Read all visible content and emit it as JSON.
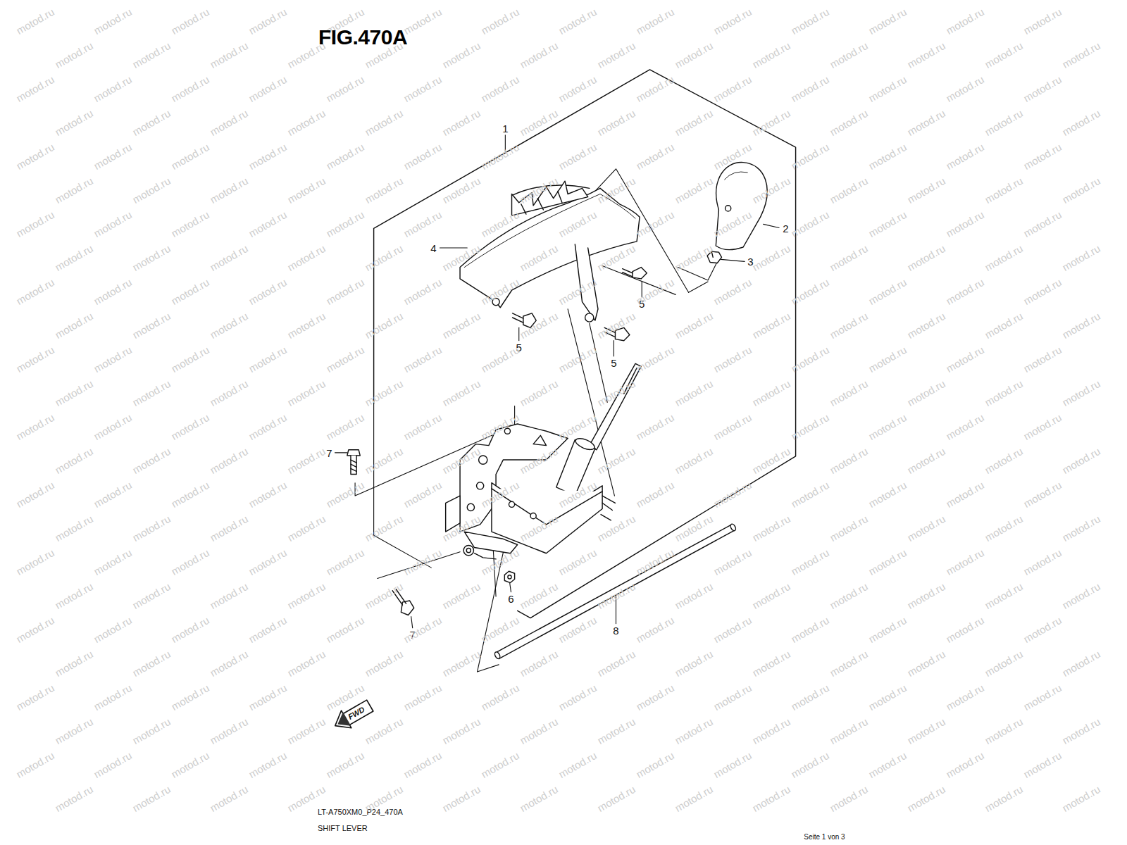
{
  "diagram": {
    "title": "FIG.470A",
    "labels": [
      "1",
      "2",
      "3",
      "4",
      "5",
      "5",
      "5",
      "6",
      "7",
      "7",
      "8",
      "FWD",
      "LT-A750XM0_P24_470A",
      "SHIFT LEVER",
      "Seite 1 von 3",
      "motod.ru",
      "motod.ru",
      "motod.ru",
      "motod.ru",
      "motod.ru",
      "motod.ru",
      "motod.ru",
      "motod.ru",
      "motod.ru",
      "motod.ru",
      "motod.ru",
      "motod.ru",
      "motod.ru",
      "motod.ru",
      "motod.ru",
      "motod.ru",
      "motod.ru",
      "motod.ru",
      "motod.ru",
      "motod.ru",
      "motod.ru",
      "motod.ru",
      "motod.ru",
      "motod.ru",
      "motod.ru",
      "motod.ru",
      "motod.ru",
      "motod.ru",
      "motod.ru",
      "motod.ru",
      "motod.ru",
      "motod.ru",
      "motod.ru",
      "motod.ru",
      "motod.ru",
      "motod.ru",
      "motod.ru",
      "motod.ru",
      "motod.ru",
      "motod.ru",
      "motod.ru",
      "motod.ru",
      "motod.ru",
      "motod.ru",
      "motod.ru",
      "motod.ru",
      "motod.ru",
      "motod.ru",
      "motod.ru",
      "motod.ru",
      "motod.ru",
      "motod.ru",
      "motod.ru",
      "motod.ru",
      "motod.ru",
      "motod.ru",
      "motod.ru",
      "motod.ru",
      "motod.ru",
      "motod.ru",
      "motod.ru",
      "motod.ru",
      "motod.ru",
      "motod.ru",
      "motod.ru",
      "motod.ru",
      "motod.ru",
      "motod.ru",
      "motod.ru",
      "motod.ru",
      "motod.ru",
      "motod.ru",
      "motod.ru",
      "motod.ru",
      "motod.ru",
      "motod.ru",
      "motod.ru",
      "motod.ru",
      "motod.ru",
      "motod.ru",
      "motod.ru",
      "motod.ru",
      "motod.ru",
      "motod.ru",
      "motod.ru",
      "motod.ru",
      "motod.ru",
      "motod.ru",
      "motod.ru",
      "motod.ru",
      "motod.ru",
      "motod.ru",
      "motod.ru",
      "motod.ru",
      "motod.ru",
      "motod.ru",
      "motod.ru",
      "motod.ru",
      "motod.ru",
      "motod.ru",
      "motod.ru",
      "motod.ru",
      "motod.ru",
      "motod.ru",
      "motod.ru",
      "motod.ru",
      "motod.ru",
      "motod.ru",
      "motod.ru",
      "motod.ru",
      "motod.ru",
      "motod.ru",
      "motod.ru",
      "motod.ru",
      "motod.ru",
      "motod.ru",
      "motod.ru",
      "motod.ru",
      "motod.ru",
      "motod.ru",
      "motod.ru",
      "motod.ru",
      "motod.ru",
      "motod.ru",
      "motod.ru",
      "motod.ru",
      "motod.ru",
      "motod.ru",
      "motod.ru",
      "motod.ru",
      "motod.ru",
      "motod.ru",
      "motod.ru",
      "motod.ru",
      "motod.ru",
      "motod.ru",
      "motod.ru",
      "motod.ru",
      "motod.ru",
      "motod.ru",
      "motod.ru",
      "motod.ru",
      "motod.ru",
      "motod.ru",
      "motod.ru",
      "motod.ru",
      "motod.ru",
      "motod.ru",
      "motod.ru",
      "motod.ru",
      "motod.ru",
      "motod.ru",
      "motod.ru",
      "motod.ru",
      "motod.ru",
      "motod.ru",
      "motod.ru",
      "motod.ru",
      "motod.ru",
      "motod.ru",
      "motod.ru",
      "motod.ru",
      "motod.ru",
      "motod.ru",
      "motod.ru",
      "motod.ru",
      "motod.ru",
      "motod.ru",
      "motod.ru",
      "motod.ru",
      "motod.ru",
      "motod.ru",
      "motod.ru",
      "motod.ru",
      "motod.ru",
      "motod.ru",
      "motod.ru",
      "motod.ru",
      "motod.ru",
      "motod.ru",
      "motod.ru",
      "motod.ru",
      "motod.ru",
      "motod.ru",
      "motod.ru",
      "motod.ru",
      "motod.ru",
      "motod.ru",
      "motod.ru",
      "motod.ru",
      "motod.ru",
      "motod.ru",
      "motod.ru",
      "motod.ru",
      "motod.ru",
      "motod.ru",
      "motod.ru",
      "motod.ru",
      "motod.ru",
      "motod.ru",
      "motod.ru",
      "motod.ru",
      "motod.ru",
      "motod.ru",
      "motod.ru",
      "motod.ru",
      "motod.ru",
      "motod.ru",
      "motod.ru",
      "motod.ru",
      "motod.ru",
      "motod.ru",
      "motod.ru",
      "motod.ru",
      "motod.ru",
      "motod.ru",
      "motod.ru",
      "motod.ru",
      "motod.ru",
      "motod.ru",
      "motod.ru",
      "motod.ru",
      "motod.ru",
      "motod.ru",
      "motod.ru",
      "motod.ru",
      "motod.ru",
      "motod.ru",
      "motod.ru",
      "motod.ru",
      "motod.ru",
      "motod.ru",
      "motod.ru",
      "motod.ru",
      "motod.ru",
      "motod.ru",
      "motod.ru",
      "motod.ru",
      "motod.ru",
      "motod.ru",
      "motod.ru",
      "motod.ru",
      "motod.ru",
      "motod.ru",
      "motod.ru",
      "motod.ru",
      "motod.ru",
      "motod.ru",
      "motod.ru",
      "motod.ru",
      "motod.ru",
      "motod.ru",
      "motod.ru",
      "motod.ru",
      "motod.ru",
      "motod.ru",
      "motod.ru",
      "motod.ru",
      "motod.ru",
      "motod.ru",
      "motod.ru",
      "motod.ru",
      "motod.ru",
      "motod.ru",
      "motod.ru",
      "motod.ru",
      "motod.ru",
      "motod.ru",
      "motod.ru",
      "motod.ru",
      "motod.ru",
      "motod.ru",
      "motod.ru",
      "motod.ru",
      "motod.ru",
      "motod.ru",
      "motod.ru",
      "motod.ru",
      "motod.ru",
      "motod.ru",
      "motod.ru",
      "motod.ru",
      "motod.ru",
      "motod.ru",
      "motod.ru",
      "motod.ru",
      "motod.ru",
      "motod.ru",
      "motod.ru",
      "motod.ru",
      "motod.ru",
      "motod.ru",
      "motod.ru",
      "motod.ru",
      "motod.ru",
      "motod.ru",
      "motod.ru",
      "motod.ru",
      "motod.ru",
      "motod.ru",
      "motod.ru",
      "motod.ru",
      "motod.ru",
      "motod.ru",
      "motod.ru",
      "motod.ru",
      "motod.ru",
      "motod.ru",
      "motod.ru",
      "motod.ru",
      "motod.ru",
      "motod.ru",
      "motod.ru",
      "motod.ru",
      "motod.ru",
      "motod.ru",
      "motod.ru",
      "motod.ru",
      "motod.ru",
      "motod.ru",
      "motod.ru",
      "motod.ru",
      "motod.ru",
      "motod.ru",
      "motod.ru",
      "motod.ru",
      "motod.ru",
      "motod.ru",
      "motod.ru",
      "motod.ru",
      "motod.ru",
      "motod.ru",
      "motod.ru",
      "motod.ru",
      "motod.ru",
      "motod.ru"
    ]
  }
}
